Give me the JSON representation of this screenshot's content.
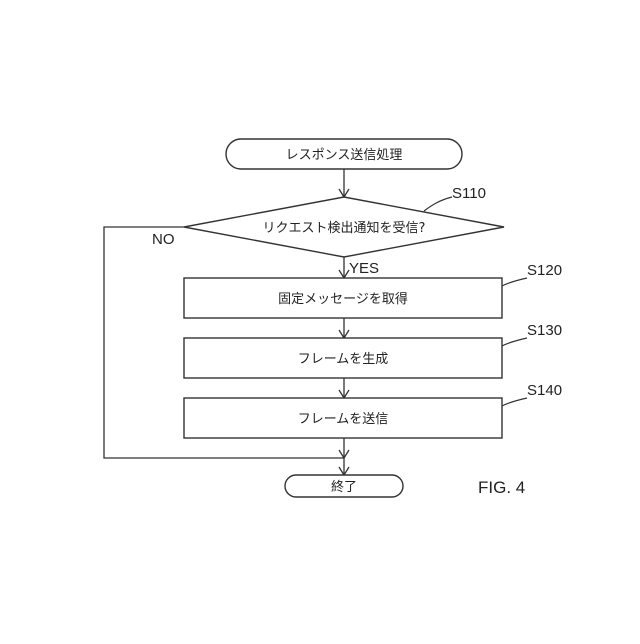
{
  "flowchart": {
    "start": {
      "text": "レスポンス送信処理"
    },
    "decision": {
      "text": "リクエスト検出通知を受信?",
      "step": "S110",
      "yes_label": "YES",
      "no_label": "NO"
    },
    "process_1": {
      "text": "固定メッセージを取得",
      "step": "S120"
    },
    "process_2": {
      "text": "フレームを生成",
      "step": "S130"
    },
    "process_3": {
      "text": "フレームを送信",
      "step": "S140"
    },
    "end": {
      "text": "終了"
    }
  },
  "figure_label": "FIG. 4"
}
